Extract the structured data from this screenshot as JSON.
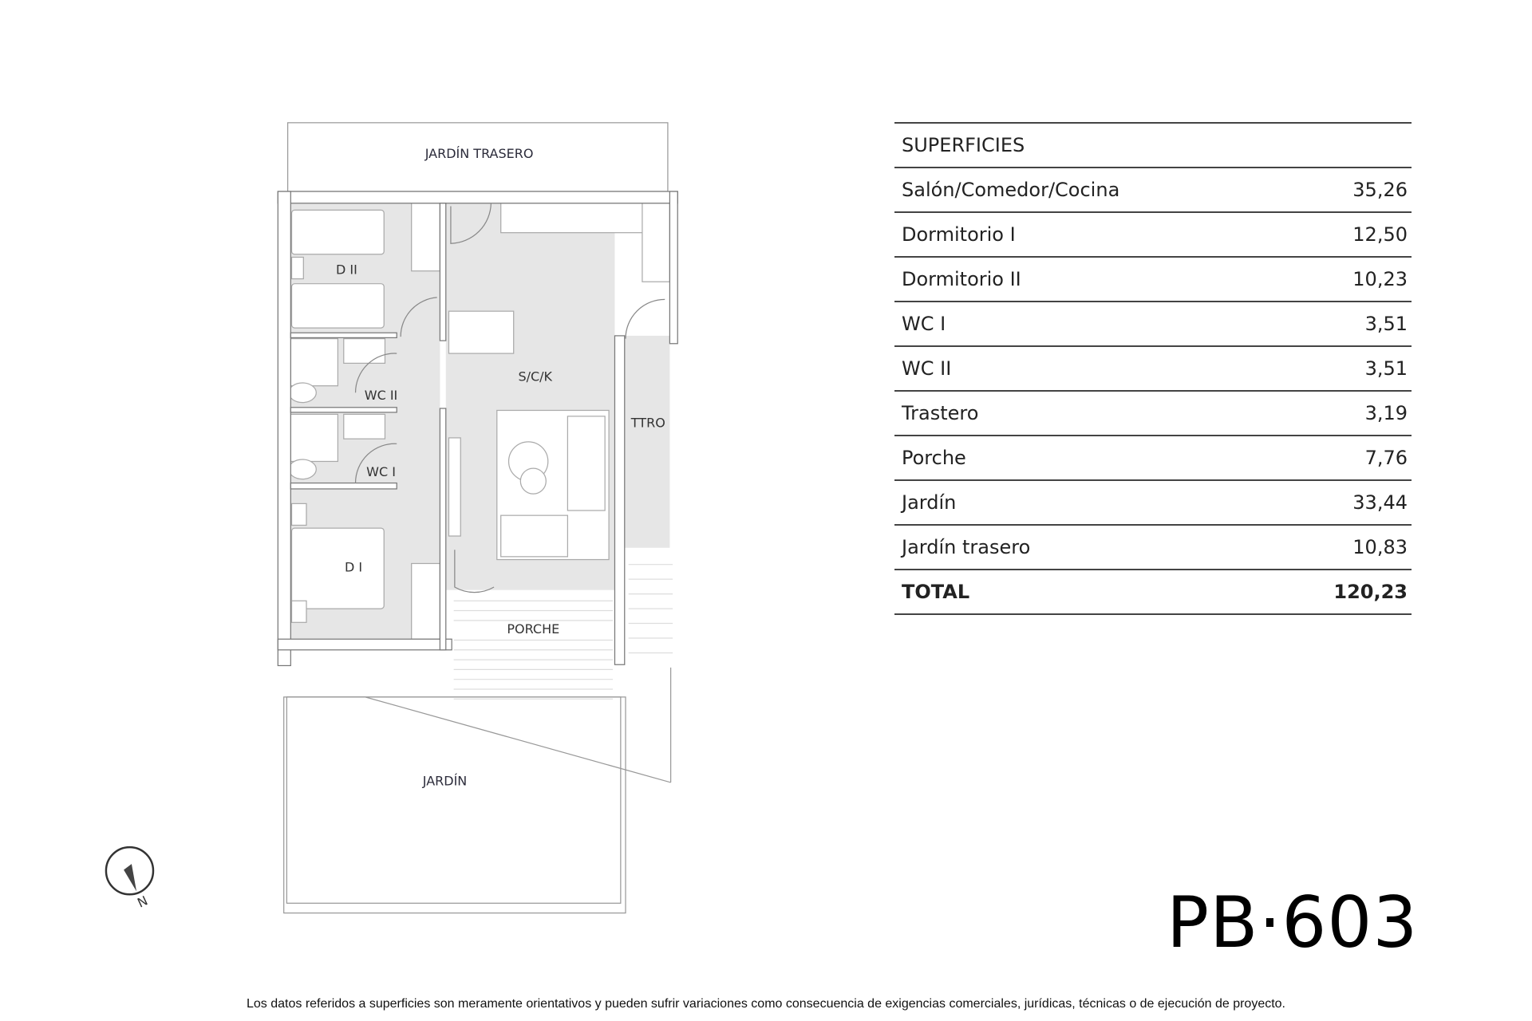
{
  "plan": {
    "labels": {
      "jardin_trasero": "JARDÍN TRASERO",
      "d2": "D II",
      "d1": "D I",
      "wc2": "WC II",
      "wc1": "WC I",
      "sck": "S/C/K",
      "ttro": "TTRO",
      "porche": "PORCHE",
      "jardin": "JARDÍN"
    },
    "compass": {
      "north_label": "N"
    },
    "colors": {
      "floor": "#e6e6e6",
      "wall": "#888888"
    }
  },
  "surfaces": {
    "header": "SUPERFICIES",
    "rows": [
      {
        "name": "Salón/Comedor/Cocina",
        "value": "35,26"
      },
      {
        "name": "Dormitorio I",
        "value": "12,50"
      },
      {
        "name": "Dormitorio II",
        "value": "10,23"
      },
      {
        "name": "WC I",
        "value": "3,51"
      },
      {
        "name": "WC II",
        "value": "3,51"
      },
      {
        "name": "Trastero",
        "value": "3,19"
      },
      {
        "name": "Porche",
        "value": "7,76"
      },
      {
        "name": "Jardín",
        "value": "33,44"
      },
      {
        "name": "Jardín trasero",
        "value": "10,83"
      }
    ],
    "total": {
      "name": "TOTAL",
      "value": "120,23"
    }
  },
  "unit_code": "PB·603",
  "footer": "Los datos referidos a superficies son meramente orientativos y pueden sufrir variaciones como consecuencia de exigencias comerciales, jurídicas, técnicas o de ejecución de proyecto."
}
